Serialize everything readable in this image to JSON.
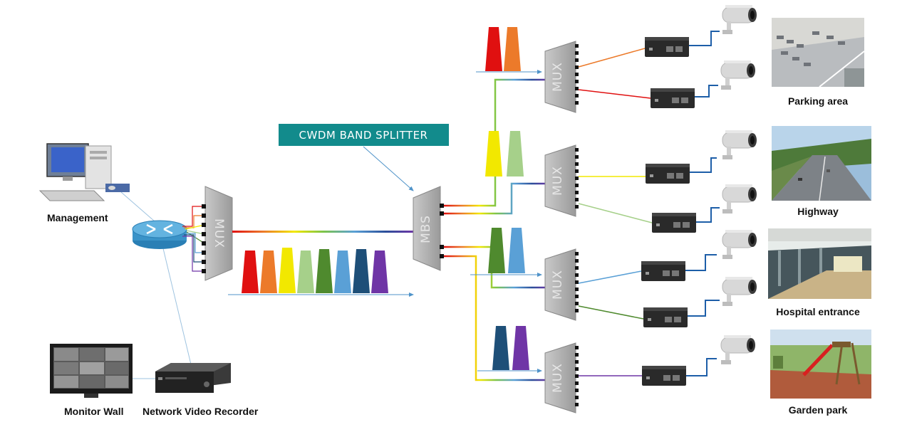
{
  "banner": {
    "text": "CWDM BAND SPLITTER",
    "color": "#128b8c"
  },
  "mbs_label": "MBS",
  "mux_label": "MUX",
  "labels": {
    "management": "Management",
    "monitor_wall": "Monitor Wall",
    "nvr": "Network Video Recorder"
  },
  "sites": [
    {
      "name": "Parking area"
    },
    {
      "name": "Highway"
    },
    {
      "name": "Hospital entrance"
    },
    {
      "name": "Garden park"
    }
  ],
  "wavelength_colors": [
    "#e01010",
    "#ec7a2a",
    "#f2e800",
    "#a6d08a",
    "#4f8a2e",
    "#5aa0d6",
    "#1e4f78",
    "#6f35a6"
  ]
}
